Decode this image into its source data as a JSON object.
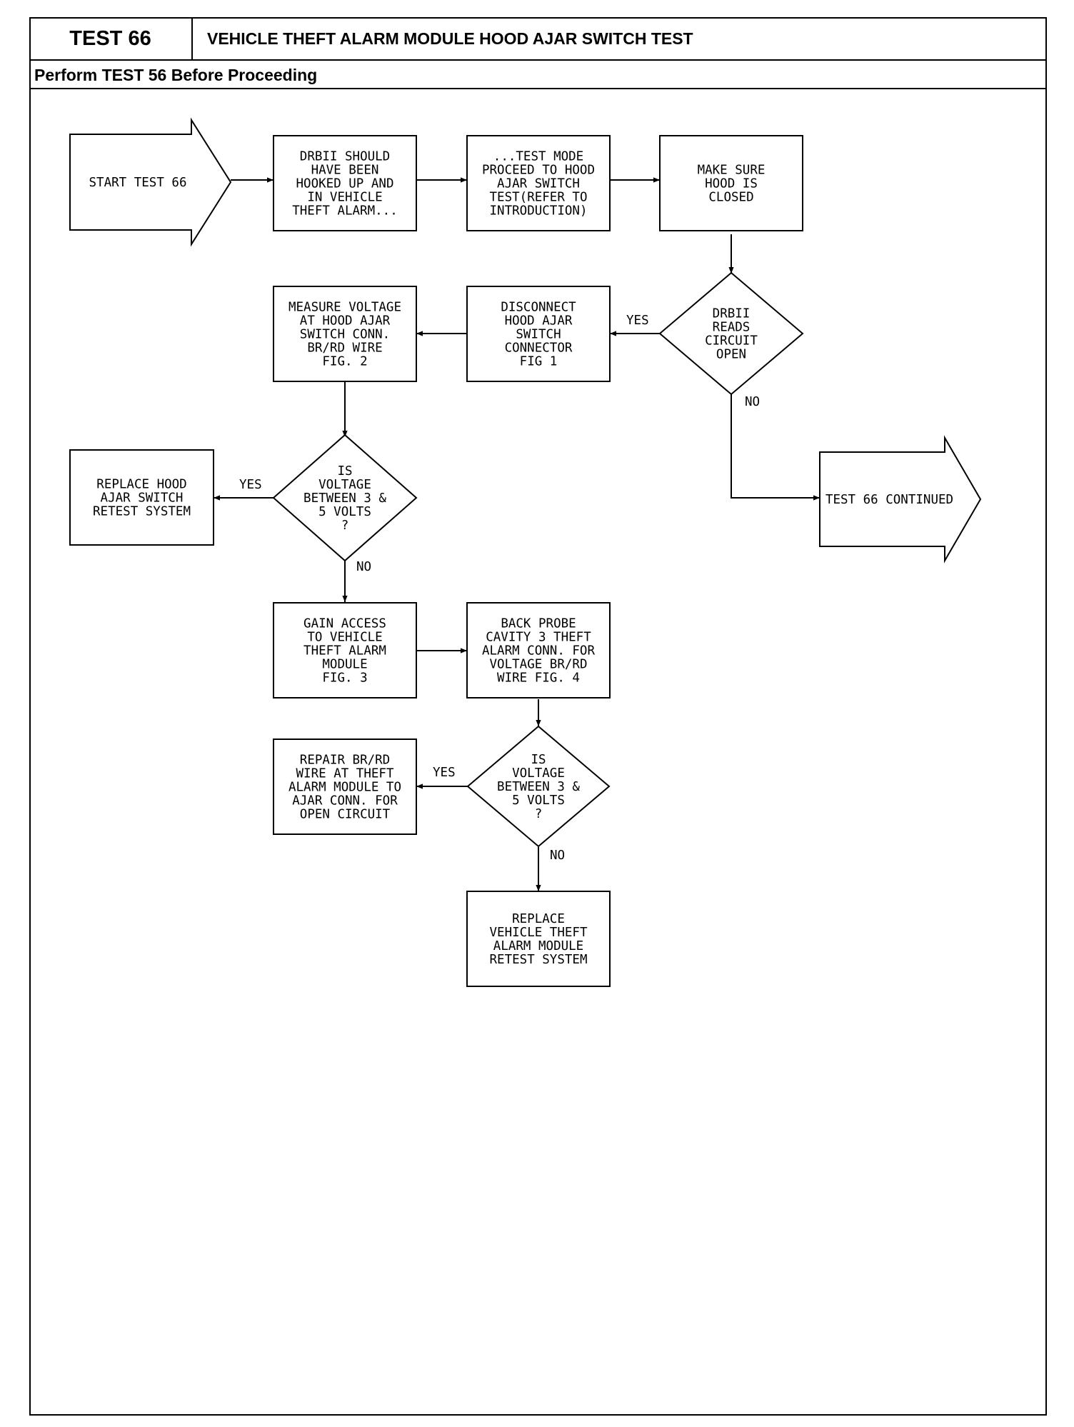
{
  "header": {
    "test_number": "TEST 66",
    "title": "VEHICLE THEFT ALARM MODULE HOOD AJAR SWITCH TEST",
    "prerequisite": "Perform TEST 56 Before Proceeding"
  },
  "flowchart": {
    "start": {
      "label": "START TEST 66"
    },
    "continued": {
      "label": "TEST 66 CONTINUED"
    },
    "steps": {
      "drbii_hookup": [
        "DRBII SHOULD",
        "HAVE BEEN",
        "HOOKED UP AND",
        "IN VEHICLE",
        "THEFT ALARM..."
      ],
      "test_mode": [
        "...TEST MODE",
        "PROCEED TO HOOD",
        "AJAR SWITCH",
        "TEST(REFER TO",
        "INTRODUCTION)"
      ],
      "hood_closed": [
        "MAKE SURE",
        "HOOD IS",
        "CLOSED"
      ],
      "disconnect": [
        "DISCONNECT",
        "HOOD AJAR",
        "SWITCH",
        "CONNECTOR",
        "FIG 1"
      ],
      "measure_voltage": [
        "MEASURE VOLTAGE",
        "AT HOOD AJAR",
        "SWITCH CONN.",
        "BR/RD WIRE",
        "FIG. 2"
      ],
      "replace_switch": [
        "REPLACE HOOD",
        "AJAR SWITCH",
        "RETEST SYSTEM"
      ],
      "gain_access": [
        "GAIN ACCESS",
        "TO VEHICLE",
        "THEFT ALARM",
        "MODULE",
        "FIG. 3"
      ],
      "back_probe": [
        "BACK PROBE",
        "CAVITY 3 THEFT",
        "ALARM CONN. FOR",
        "VOLTAGE BR/RD",
        "WIRE FIG. 4"
      ],
      "repair_wire": [
        "REPAIR BR/RD",
        "WIRE AT THEFT",
        "ALARM MODULE TO",
        "AJAR CONN. FOR",
        "OPEN CIRCUIT"
      ],
      "replace_module": [
        "REPLACE",
        "VEHICLE THEFT",
        "ALARM MODULE",
        "RETEST SYSTEM"
      ]
    },
    "decisions": {
      "reads_open": [
        "DRBII",
        "READS",
        "CIRCUIT",
        "OPEN"
      ],
      "voltage_1": [
        "IS",
        "VOLTAGE",
        "BETWEEN 3 &",
        "5 VOLTS",
        "?"
      ],
      "voltage_2": [
        "IS",
        "VOLTAGE",
        "BETWEEN 3 &",
        "5 VOLTS",
        "?"
      ]
    },
    "branch_labels": {
      "yes": "YES",
      "no": "NO"
    }
  }
}
